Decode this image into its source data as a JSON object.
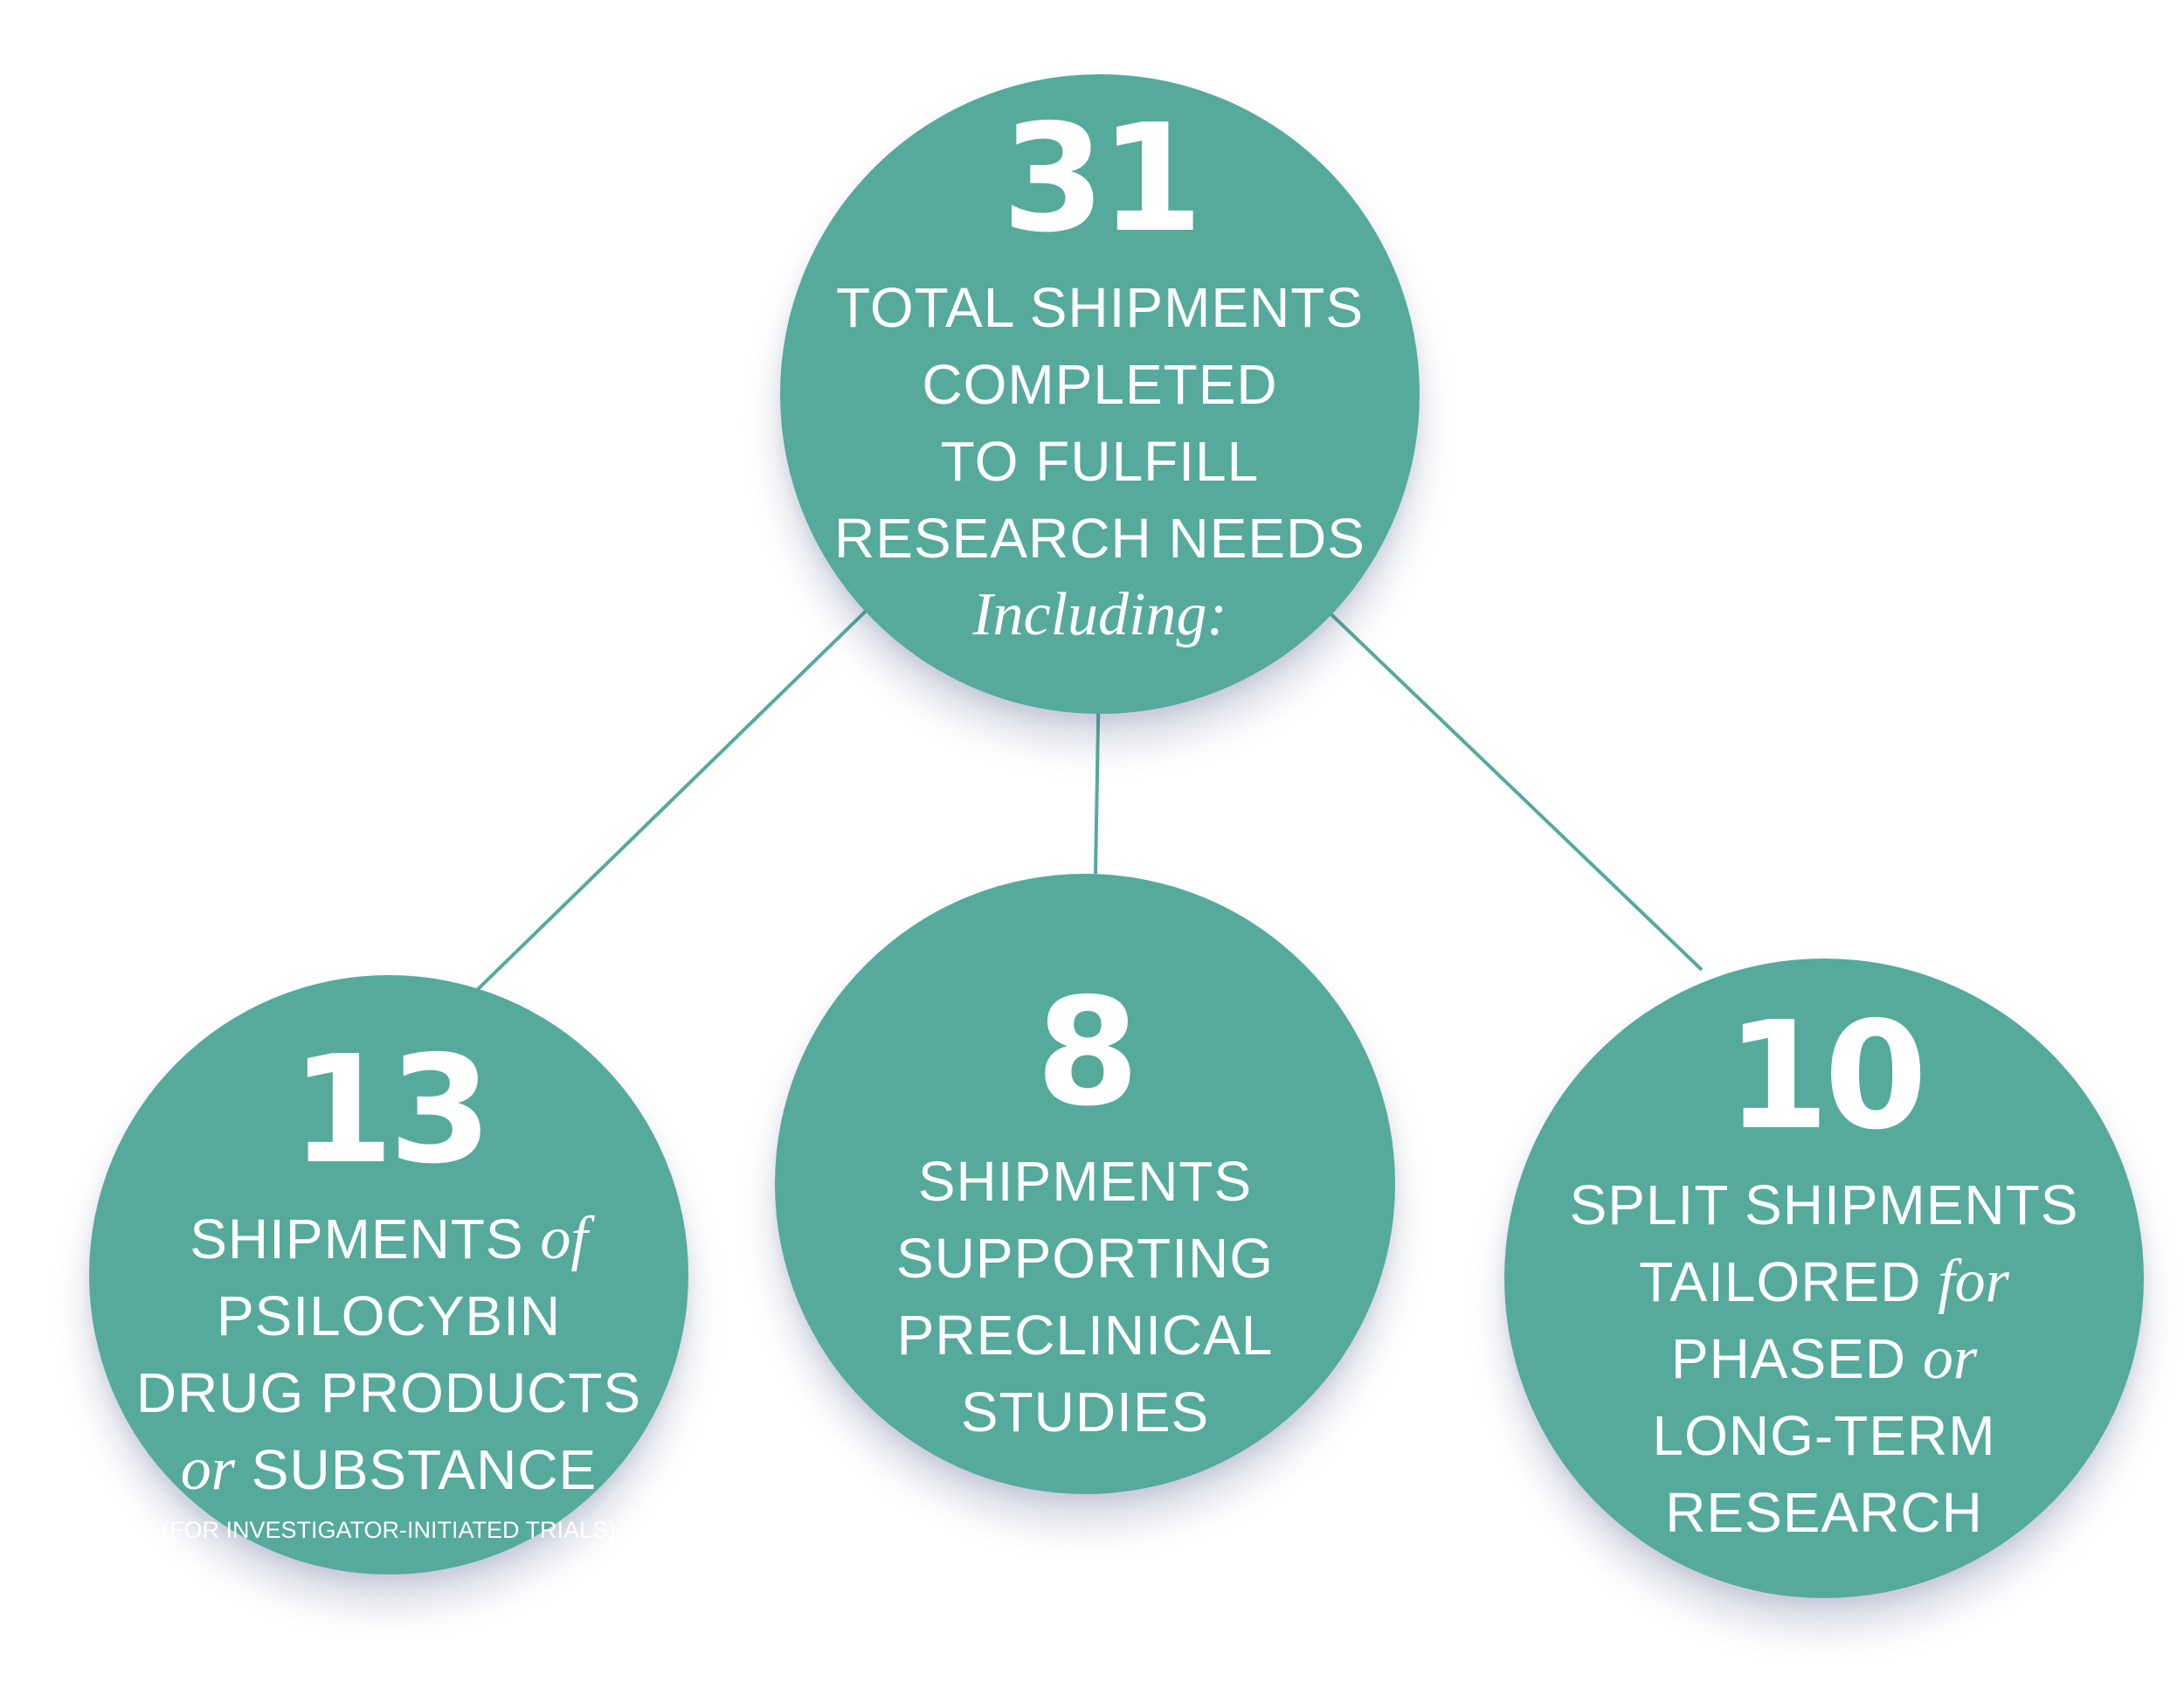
{
  "colors": {
    "circle_fill": "#55aa9c",
    "connector": "#55aa9c",
    "text": "#ffffff",
    "background": "#ffffff"
  },
  "top": {
    "number": "31",
    "line1": "TOTAL SHIPMENTS",
    "line2": "COMPLETED",
    "line3": "TO FULFILL",
    "line4": "RESEARCH NEEDS",
    "line5": "Including:"
  },
  "left": {
    "number": "13",
    "line1_text": "SHIPMENTS ",
    "line1_italic": "of",
    "line2": "PSILOCYBIN",
    "line3": "DRUG PRODUCTS",
    "line4_italic": "or",
    "line4_text": " SUBSTANCE",
    "note": "(FOR INVESTIGATOR-INITIATED TRIALS)"
  },
  "middle": {
    "number": "8",
    "line1": "SHIPMENTS",
    "line2": "SUPPORTING",
    "line3": "PRECLINICAL",
    "line4": "STUDIES"
  },
  "right": {
    "number": "10",
    "line1": "SPLIT SHIPMENTS",
    "line2_text": "TAILORED ",
    "line2_italic": "for",
    "line3_text": "PHASED ",
    "line3_italic": "or",
    "line4": "LONG-TERM",
    "line5": "RESEARCH"
  }
}
